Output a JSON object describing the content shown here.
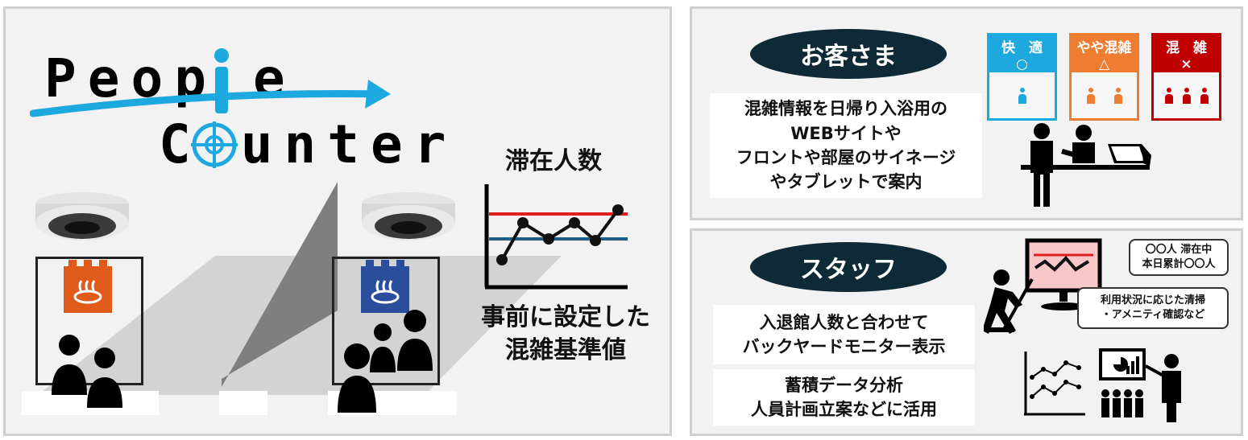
{
  "logo": {
    "word1": "Peop",
    "word1_tail": "e",
    "word2_head": "C",
    "word2_tail": "unter"
  },
  "center": {
    "chart_title": "滞在人数",
    "threshold_line1": "事前に設定した",
    "threshold_line2": "混雑基準値"
  },
  "guest": {
    "title": "お客さま",
    "message_lines": [
      "混雑情報を日帰り入浴用の",
      "WEBサイトや",
      "フロントや部屋のサイネージ",
      "やタブレットで案内"
    ],
    "levels": [
      {
        "label": "快　適",
        "symbol": "○",
        "color": "#1ea8e0",
        "people": 1
      },
      {
        "label": "やや混雑",
        "symbol": "△",
        "color": "#ef7d31",
        "people": 2
      },
      {
        "label": "混　雑",
        "symbol": "×",
        "color": "#c00000",
        "people": 3
      }
    ]
  },
  "staff": {
    "title": "スタッフ",
    "message1_lines": [
      "入退館人数と合わせて",
      "バックヤードモニター表示"
    ],
    "message2_lines": [
      "蓄積データ分析",
      "人員計画立案などに活用"
    ],
    "bubble1_lines": [
      "〇〇人 滞在中",
      "本日累計〇〇人"
    ],
    "bubble2_lines": [
      "利用状況に応じた清掃",
      "・アメニティ確認など"
    ]
  },
  "colors": {
    "accent_blue": "#1ea8e0",
    "navy": "#0d2a36",
    "red_line": "#e02020",
    "blue_line": "#1f5d8a"
  }
}
